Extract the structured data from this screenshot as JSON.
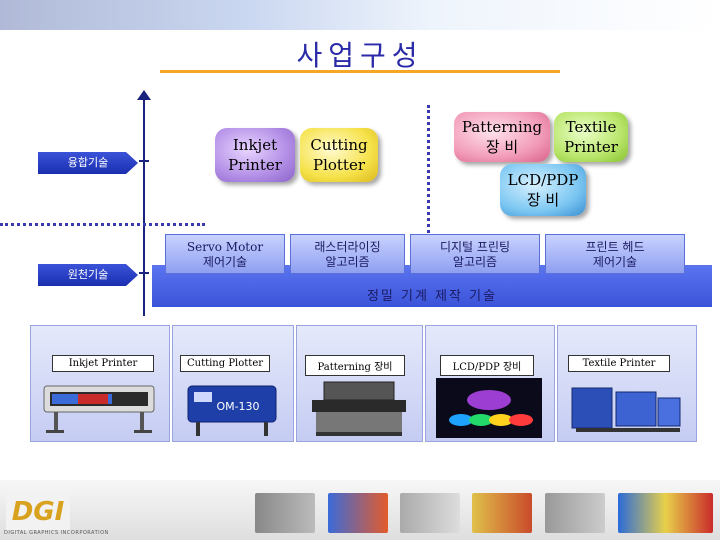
{
  "title": "사업구성",
  "levels": {
    "convergence": "융합기술",
    "source": "원천기술"
  },
  "convergence_items": {
    "inkjet_printer": [
      "Inkjet",
      "Printer"
    ],
    "cutting_plotter": [
      "Cutting",
      "Plotter"
    ],
    "patterning": [
      "Patterning",
      "장 비"
    ],
    "textile_printer": [
      "Textile",
      "Printer"
    ],
    "lcd_pdp": [
      "LCD/PDP",
      "장 비"
    ]
  },
  "source_items": {
    "servo": [
      "Servo Motor",
      "제어기술"
    ],
    "rasterizing": [
      "래스터라이징",
      "알고리즘"
    ],
    "digital_printing": [
      "디지털 프린팅",
      "알고리즘"
    ],
    "print_head": [
      "프린트 헤드",
      "제어기술"
    ],
    "precision": "정밀 기계 제작 기술"
  },
  "products": [
    {
      "label": "Inkjet Printer"
    },
    {
      "label": "Cutting Plotter"
    },
    {
      "label": "Patterning 장비"
    },
    {
      "label": "LCD/PDP 장비"
    },
    {
      "label": "Textile Printer"
    }
  ],
  "product_images": {
    "cutting_plotter_model": "OM-130"
  },
  "logo": {
    "mark": "DGI",
    "subtitle": "DIGITAL GRAPHICS INCORPORATION"
  },
  "colors": {
    "title": "#2a2aa8",
    "title_rule": "#f5a623",
    "band": "#3b53d9",
    "level_label": "#1a2fb0"
  }
}
